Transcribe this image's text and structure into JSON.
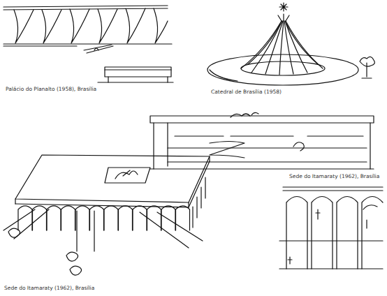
{
  "diagram": {
    "labels": [
      "Palácio do Planalto (1958), Brasília",
      "Catedral de Brasília (1958)",
      "Sede do Itamaraty (1962), Brasília",
      "Sede do Itamaraty (1962), Brasília"
    ]
  }
}
